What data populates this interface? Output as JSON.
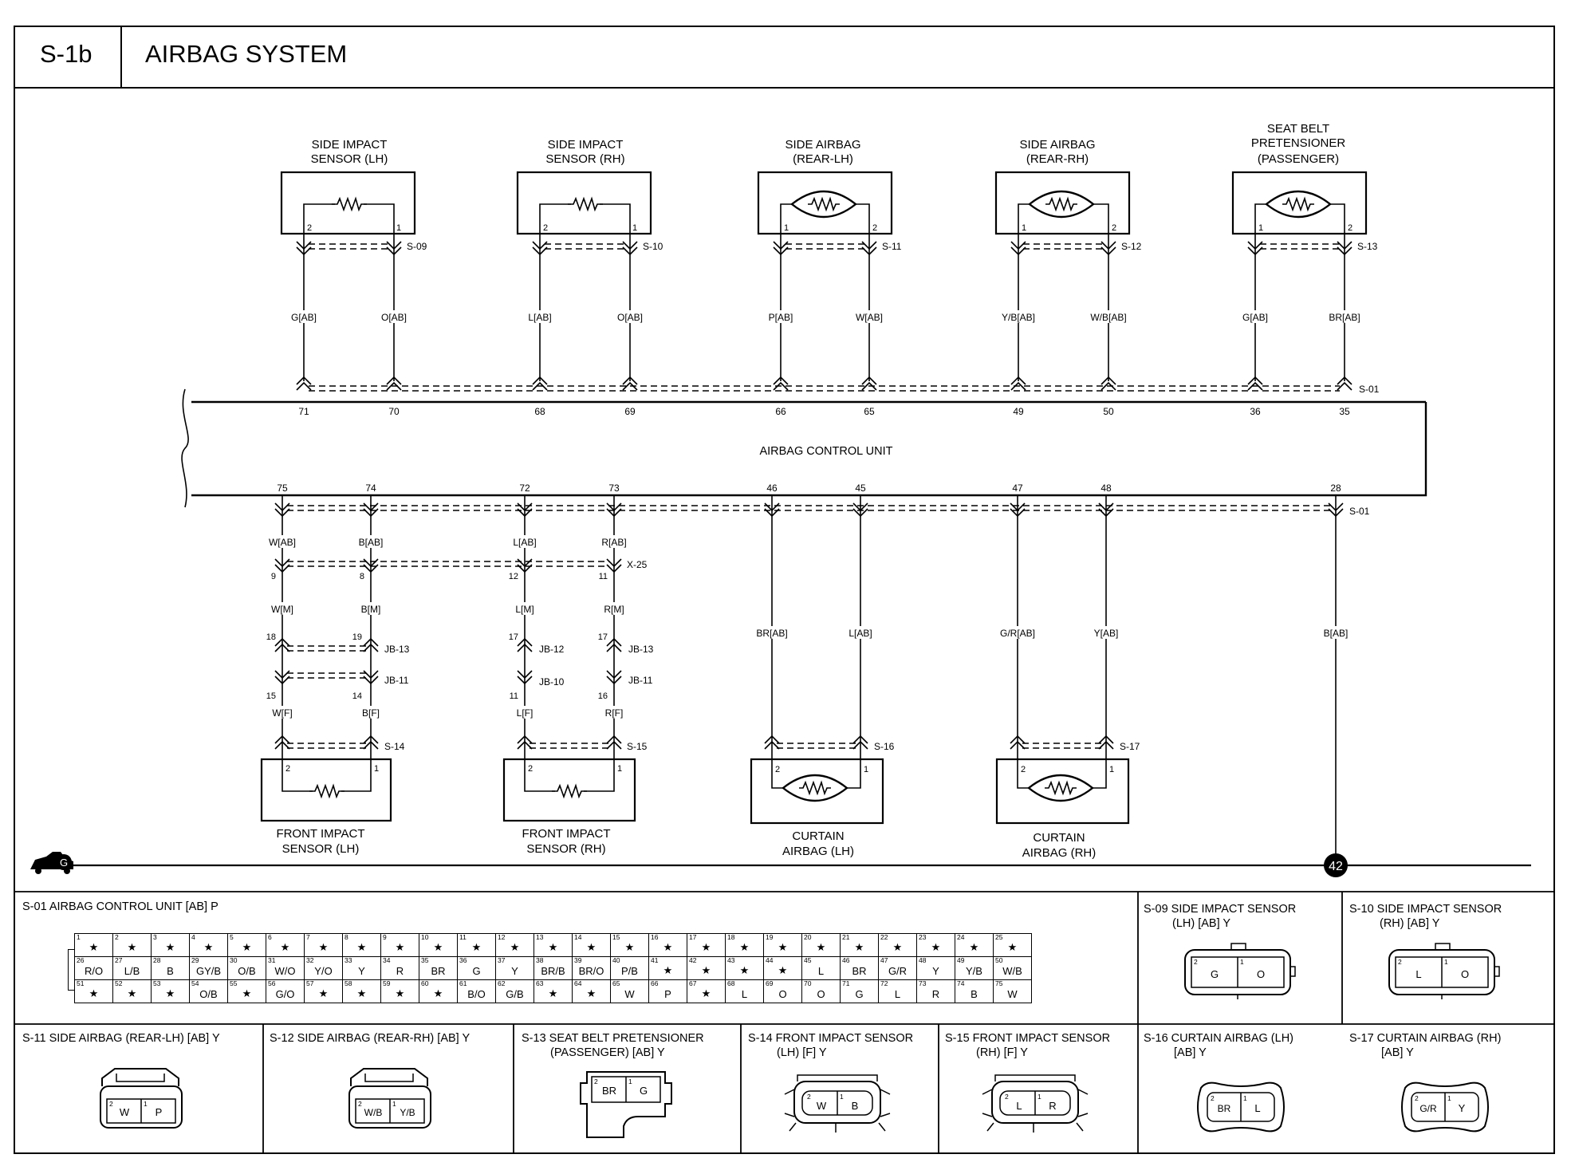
{
  "header": {
    "code": "S-1b",
    "title": "AIRBAG SYSTEM"
  },
  "components_top": [
    {
      "name_line1": "SIDE IMPACT",
      "name_line2": "SENSOR (LH)",
      "connector": "S-09",
      "pins": [
        "2",
        "1"
      ],
      "wires": [
        "G[AB]",
        "O[AB]"
      ],
      "unit_pins": [
        "71",
        "70"
      ],
      "symbol": "resistor"
    },
    {
      "name_line1": "SIDE IMPACT",
      "name_line2": "SENSOR (RH)",
      "connector": "S-10",
      "pins": [
        "2",
        "1"
      ],
      "wires": [
        "L[AB]",
        "O[AB]"
      ],
      "unit_pins": [
        "68",
        "69"
      ],
      "symbol": "resistor"
    },
    {
      "name_line1": "SIDE AIRBAG",
      "name_line2": "(REAR-LH)",
      "connector": "S-11",
      "pins": [
        "1",
        "2"
      ],
      "wires": [
        "P[AB]",
        "W[AB]"
      ],
      "unit_pins": [
        "66",
        "65"
      ],
      "symbol": "squib"
    },
    {
      "name_line1": "SIDE AIRBAG",
      "name_line2": "(REAR-RH)",
      "connector": "S-12",
      "pins": [
        "1",
        "2"
      ],
      "wires": [
        "Y/B[AB]",
        "W/B[AB]"
      ],
      "unit_pins": [
        "49",
        "50"
      ],
      "symbol": "squib"
    },
    {
      "name_line0": "SEAT BELT",
      "name_line1": "PRETENSIONER",
      "name_line2": "(PASSENGER)",
      "connector": "S-13",
      "pins": [
        "1",
        "2"
      ],
      "wires": [
        "G[AB]",
        "BR[AB]"
      ],
      "unit_pins": [
        "36",
        "35"
      ],
      "symbol": "squib"
    }
  ],
  "control_unit": {
    "name": "AIRBAG CONTROL UNIT",
    "connector_top": "S-01",
    "connector_bottom": "S-01"
  },
  "front_sensors": [
    {
      "name_line1": "FRONT IMPACT",
      "name_line2": "SENSOR (LH)",
      "unit_pins": [
        "75",
        "74"
      ],
      "wires_ab": [
        "W[AB]",
        "B[AB]"
      ],
      "x25_pins": [
        "9",
        "8"
      ],
      "wires_m": [
        "W[M]",
        "B[M]"
      ],
      "jb_a_pins": [
        "18",
        "19"
      ],
      "jb_a": "JB-13",
      "jb_b_pins": [
        "15",
        "14"
      ],
      "jb_b": "JB-11",
      "wires_f": [
        "W[F]",
        "B[F]"
      ],
      "connector": "S-14",
      "pins": [
        "2",
        "1"
      ]
    },
    {
      "name_line1": "FRONT IMPACT",
      "name_line2": "SENSOR (RH)",
      "unit_pins": [
        "72",
        "73"
      ],
      "wires_ab": [
        "L[AB]",
        "R[AB]"
      ],
      "x25_pins": [
        "12",
        "11"
      ],
      "wires_m": [
        "L[M]",
        "R[M]"
      ],
      "jb_a_pins": [
        "17",
        "17"
      ],
      "jb_a_left": "JB-12",
      "jb_a_right": "JB-13",
      "jb_b_pins": [
        "11",
        "16"
      ],
      "jb_b_left": "JB-10",
      "jb_b_right": "JB-11",
      "wires_f": [
        "L[F]",
        "R[F]"
      ],
      "connector": "S-15",
      "pins": [
        "2",
        "1"
      ]
    }
  ],
  "x25_connector": "X-25",
  "curtains": [
    {
      "name_line1": "CURTAIN",
      "name_line2": "AIRBAG (LH)",
      "unit_pins": [
        "46",
        "45"
      ],
      "wires": [
        "BR[AB]",
        "L[AB]"
      ],
      "connector": "S-16",
      "pins": [
        "2",
        "1"
      ]
    },
    {
      "name_line1": "CURTAIN",
      "name_line2": "AIRBAG (RH)",
      "unit_pins": [
        "47",
        "48"
      ],
      "wires": [
        "G/R[AB]",
        "Y[AB]"
      ],
      "connector": "S-17",
      "pins": [
        "2",
        "1"
      ]
    }
  ],
  "ground": {
    "unit_pin": "28",
    "wire": "B[AB]",
    "point": "42",
    "chassis": "G"
  },
  "connector_panels": {
    "s01": {
      "title": "S-01 AIRBAG CONTROL UNIT [AB] P",
      "rows": [
        [
          [
            "1",
            "★"
          ],
          [
            "2",
            "★"
          ],
          [
            "3",
            "★"
          ],
          [
            "4",
            "★"
          ],
          [
            "5",
            "★"
          ],
          [
            "6",
            "★"
          ],
          [
            "7",
            "★"
          ],
          [
            "8",
            "★"
          ],
          [
            "9",
            "★"
          ],
          [
            "10",
            "★"
          ],
          [
            "11",
            "★"
          ],
          [
            "12",
            "★"
          ],
          [
            "13",
            "★"
          ],
          [
            "14",
            "★"
          ],
          [
            "15",
            "★"
          ],
          [
            "16",
            "★"
          ],
          [
            "17",
            "★"
          ],
          [
            "18",
            "★"
          ],
          [
            "19",
            "★"
          ],
          [
            "20",
            "★"
          ],
          [
            "21",
            "★"
          ],
          [
            "22",
            "★"
          ],
          [
            "23",
            "★"
          ],
          [
            "24",
            "★"
          ],
          [
            "25",
            "★"
          ]
        ],
        [
          [
            "26",
            "R/O"
          ],
          [
            "27",
            "L/B"
          ],
          [
            "28",
            "B"
          ],
          [
            "29",
            "GY/B"
          ],
          [
            "30",
            "O/B"
          ],
          [
            "31",
            "W/O"
          ],
          [
            "32",
            "Y/O"
          ],
          [
            "33",
            "Y"
          ],
          [
            "34",
            "R"
          ],
          [
            "35",
            "BR"
          ],
          [
            "36",
            "G"
          ],
          [
            "37",
            "Y"
          ],
          [
            "38",
            "BR/B"
          ],
          [
            "39",
            "BR/O"
          ],
          [
            "40",
            "P/B"
          ],
          [
            "41",
            "★"
          ],
          [
            "42",
            "★"
          ],
          [
            "43",
            "★"
          ],
          [
            "44",
            "★"
          ],
          [
            "45",
            "L"
          ],
          [
            "46",
            "BR"
          ],
          [
            "47",
            "G/R"
          ],
          [
            "48",
            "Y"
          ],
          [
            "49",
            "Y/B"
          ],
          [
            "50",
            "W/B"
          ]
        ],
        [
          [
            "51",
            "★"
          ],
          [
            "52",
            "★"
          ],
          [
            "53",
            "★"
          ],
          [
            "54",
            "O/B"
          ],
          [
            "55",
            "★"
          ],
          [
            "56",
            "G/O"
          ],
          [
            "57",
            "★"
          ],
          [
            "58",
            "★"
          ],
          [
            "59",
            "★"
          ],
          [
            "60",
            "★"
          ],
          [
            "61",
            "B/O"
          ],
          [
            "62",
            "G/B"
          ],
          [
            "63",
            "★"
          ],
          [
            "64",
            "★"
          ],
          [
            "65",
            "W"
          ],
          [
            "66",
            "P"
          ],
          [
            "67",
            "★"
          ],
          [
            "68",
            "L"
          ],
          [
            "69",
            "O"
          ],
          [
            "70",
            "O"
          ],
          [
            "71",
            "G"
          ],
          [
            "72",
            "L"
          ],
          [
            "73",
            "R"
          ],
          [
            "74",
            "B"
          ],
          [
            "75",
            "W"
          ]
        ]
      ]
    },
    "s09": {
      "title_line1": "S-09 SIDE IMPACT SENSOR",
      "title_line2": "(LH) [AB] Y",
      "cells": [
        [
          "2",
          "G"
        ],
        [
          "1",
          "O"
        ]
      ]
    },
    "s10": {
      "title_line1": "S-10 SIDE IMPACT SENSOR",
      "title_line2": "(RH) [AB] Y",
      "cells": [
        [
          "2",
          "L"
        ],
        [
          "1",
          "O"
        ]
      ]
    },
    "s11": {
      "title_line1": "S-11 SIDE AIRBAG (REAR-LH) [AB] Y",
      "cells": [
        [
          "2",
          "W"
        ],
        [
          "1",
          "P"
        ]
      ]
    },
    "s12": {
      "title_line1": "S-12 SIDE AIRBAG (REAR-RH) [AB] Y",
      "cells": [
        [
          "2",
          "W/B"
        ],
        [
          "1",
          "Y/B"
        ]
      ]
    },
    "s13": {
      "title_line1": "S-13 SEAT BELT PRETENSIONER",
      "title_line2": "(PASSENGER) [AB] Y",
      "cells": [
        [
          "2",
          "BR"
        ],
        [
          "1",
          "G"
        ]
      ]
    },
    "s14": {
      "title_line1": "S-14 FRONT IMPACT SENSOR",
      "title_line2": "(LH) [F] Y",
      "cells": [
        [
          "2",
          "W"
        ],
        [
          "1",
          "B"
        ]
      ]
    },
    "s15": {
      "title_line1": "S-15 FRONT IMPACT SENSOR",
      "title_line2": "(RH) [F] Y",
      "cells": [
        [
          "2",
          "L"
        ],
        [
          "1",
          "R"
        ]
      ]
    },
    "s16": {
      "title_line1": "S-16 CURTAIN AIRBAG (LH)",
      "title_line2": "[AB] Y",
      "cells": [
        [
          "2",
          "BR"
        ],
        [
          "1",
          "L"
        ]
      ]
    },
    "s17": {
      "title_line1": "S-17 CURTAIN AIRBAG (RH)",
      "title_line2": "[AB] Y",
      "cells": [
        [
          "2",
          "G/R"
        ],
        [
          "1",
          "Y"
        ]
      ]
    }
  }
}
